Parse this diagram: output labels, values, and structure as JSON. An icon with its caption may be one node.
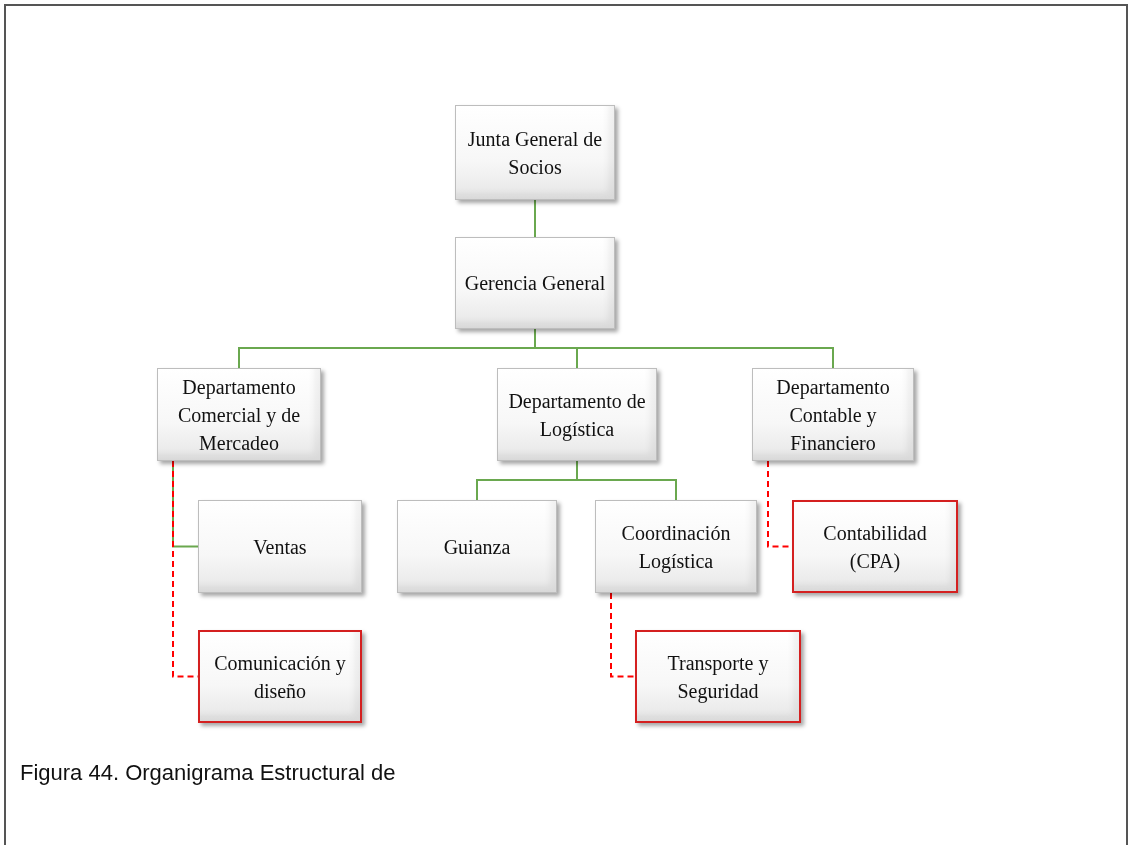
{
  "diagram": {
    "caption": "Figura 44. Organigrama Estructural de",
    "nodes": [
      {
        "text": [
          "Junta General de Socios"
        ]
      },
      {
        "text": [
          "Gerencia General"
        ]
      },
      {
        "text": [
          "Departamento Comercial y de Mercadeo"
        ]
      },
      {
        "text": [
          "Departamento de Logística"
        ]
      },
      {
        "text": [
          "Departamento Contable y Financiero"
        ]
      },
      {
        "text": [
          "Ventas"
        ]
      },
      {
        "text": [
          "Guianza"
        ]
      },
      {
        "text": [
          "Coordinación Logística"
        ]
      },
      {
        "text": [
          "Contabilidad (CPA)"
        ]
      },
      {
        "text": [
          "Comunicación y diseño"
        ]
      },
      {
        "text": [
          "Transporte y Seguridad"
        ]
      }
    ],
    "edges": [
      {
        "from": 0,
        "to": 1,
        "arrow": "none"
      },
      {
        "from": 1,
        "to": 2,
        "arrow": "none"
      },
      {
        "from": 1,
        "to": 3,
        "arrow": "none"
      },
      {
        "from": 1,
        "to": 4,
        "arrow": "none"
      },
      {
        "from": 2,
        "to": 5,
        "arrow": "none"
      },
      {
        "from": 3,
        "to": 6,
        "arrow": "none"
      },
      {
        "from": 3,
        "to": 7,
        "arrow": "none"
      },
      {
        "from": 4,
        "to": 8,
        "arrow": "none",
        "style": "dashed",
        "color": "#ff0000"
      },
      {
        "from": 2,
        "to": 9,
        "arrow": "none",
        "style": "dashed",
        "color": "#ff0000"
      },
      {
        "from": 7,
        "to": 10,
        "arrow": "none",
        "style": "dashed",
        "color": "#ff0000"
      }
    ]
  }
}
